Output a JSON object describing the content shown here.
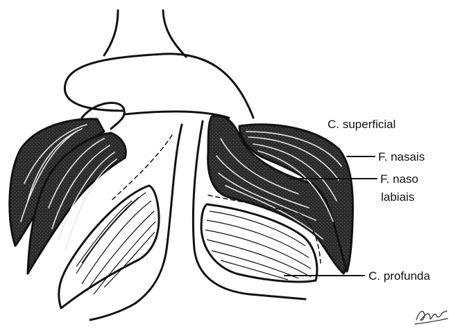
{
  "labels": {
    "superficial": "C. superficial",
    "nasais": "F. nasais",
    "naso_1": "F. naso",
    "naso_2": "labiais",
    "profunda": "C. profunda"
  },
  "signature_text": "Lannig",
  "colors": {
    "ink": "#111111",
    "dark_muscle": "#2a2a2a",
    "paper": "#ffffff"
  }
}
